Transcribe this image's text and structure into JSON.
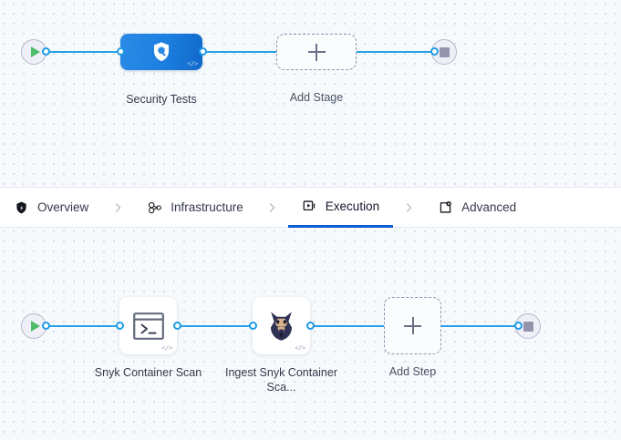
{
  "stage_canvas": {
    "start_node": {
      "icon": "play-icon",
      "title": "Start"
    },
    "end_node": {
      "icon": "stop-icon",
      "title": "End"
    },
    "nodes": [
      {
        "id": "security-tests",
        "label": "Security Tests",
        "icon": "shield-search-icon",
        "badge": "</>",
        "type": "stage"
      },
      {
        "id": "add-stage",
        "label": "Add Stage",
        "icon": "plus-icon",
        "type": "add"
      }
    ]
  },
  "tabbar": {
    "tabs": [
      {
        "id": "overview",
        "label": "Overview",
        "icon": "harness-shield-icon",
        "active": false
      },
      {
        "id": "infrastructure",
        "label": "Infrastructure",
        "icon": "infrastructure-nodes-icon",
        "active": false
      },
      {
        "id": "execution",
        "label": "Execution",
        "icon": "execution-play-box-icon",
        "active": true
      },
      {
        "id": "advanced",
        "label": "Advanced",
        "icon": "advanced-gear-box-icon",
        "active": false
      }
    ],
    "separator": "chevron-right-icon",
    "active_underline_color": "#0b5fd0"
  },
  "step_canvas": {
    "start_node": {
      "icon": "play-icon",
      "title": "Start"
    },
    "end_node": {
      "icon": "stop-icon",
      "title": "End"
    },
    "nodes": [
      {
        "id": "snyk-container-scan",
        "label": "Snyk Container Scan",
        "icon": "terminal-icon",
        "badge": "</>",
        "type": "step"
      },
      {
        "id": "ingest-snyk-container-scan",
        "label": "Ingest Snyk Container Sca...",
        "icon": "snyk-doberman-icon",
        "badge": "</>",
        "type": "step"
      },
      {
        "id": "add-step",
        "label": "Add Step",
        "icon": "plus-icon",
        "type": "add"
      }
    ]
  },
  "colors": {
    "edge": "#27a0e8",
    "port_border": "#1e9ae6",
    "canvas_bg": "#f7fafc",
    "grid_dot": "#d5dce6",
    "stage_blue_from": "#2b8ae6",
    "stage_blue_to": "#1168c9",
    "play_green": "#4dbd6a",
    "stop_gray": "#9494ab",
    "label_text": "#343a4d"
  }
}
